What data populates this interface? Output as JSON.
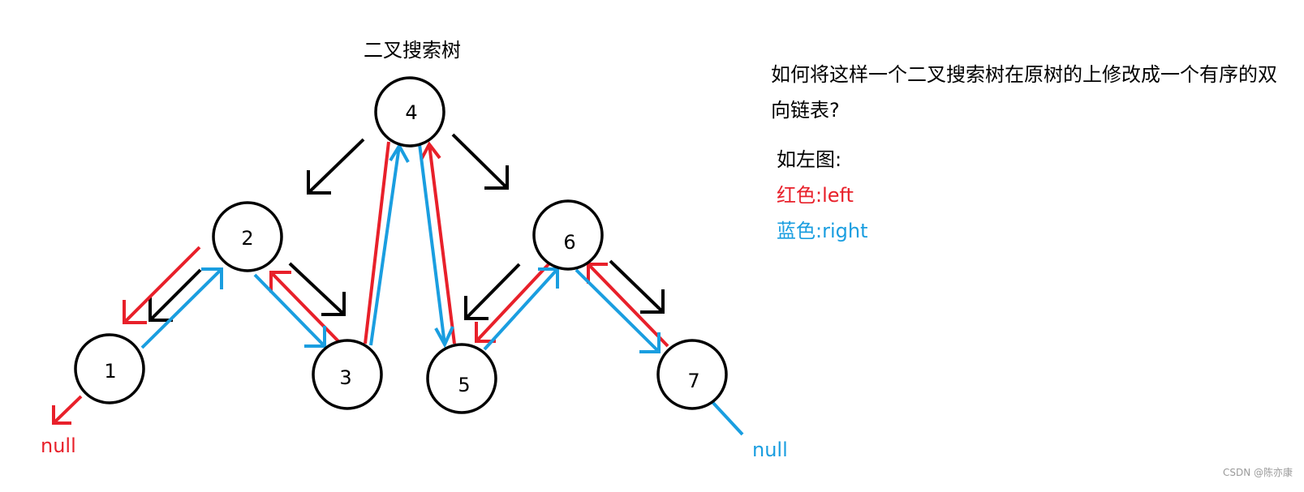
{
  "diagram": {
    "title": "二叉搜索树",
    "nodes": [
      {
        "id": "4",
        "label": "4"
      },
      {
        "id": "2",
        "label": "2"
      },
      {
        "id": "6",
        "label": "6"
      },
      {
        "id": "1",
        "label": "1"
      },
      {
        "id": "3",
        "label": "3"
      },
      {
        "id": "5",
        "label": "5"
      },
      {
        "id": "7",
        "label": "7"
      }
    ],
    "tree_edges": [
      [
        "4",
        "2"
      ],
      [
        "4",
        "6"
      ],
      [
        "2",
        "1"
      ],
      [
        "2",
        "3"
      ],
      [
        "6",
        "5"
      ],
      [
        "6",
        "7"
      ]
    ],
    "left_links": [
      [
        "1",
        "null"
      ],
      [
        "2",
        "1"
      ],
      [
        "3",
        "2"
      ],
      [
        "4",
        "3"
      ],
      [
        "5",
        "4"
      ],
      [
        "6",
        "5"
      ],
      [
        "7",
        "6"
      ]
    ],
    "right_links": [
      [
        "1",
        "2"
      ],
      [
        "2",
        "3"
      ],
      [
        "3",
        "4"
      ],
      [
        "4",
        "5"
      ],
      [
        "5",
        "6"
      ],
      [
        "6",
        "7"
      ],
      [
        "7",
        "null"
      ]
    ],
    "null_left_label": "null",
    "null_right_label": "null"
  },
  "question": "如何将这样一个二叉搜索树在原树的上修改成一个有序的双向链表?",
  "legend": {
    "intro": "如左图:",
    "red_label": "红色:left",
    "blue_label": "蓝色:right"
  },
  "colors": {
    "tree_edge": "#000000",
    "left": "#e8202a",
    "right": "#1a9ee0"
  },
  "watermark": "CSDN @陈亦康"
}
